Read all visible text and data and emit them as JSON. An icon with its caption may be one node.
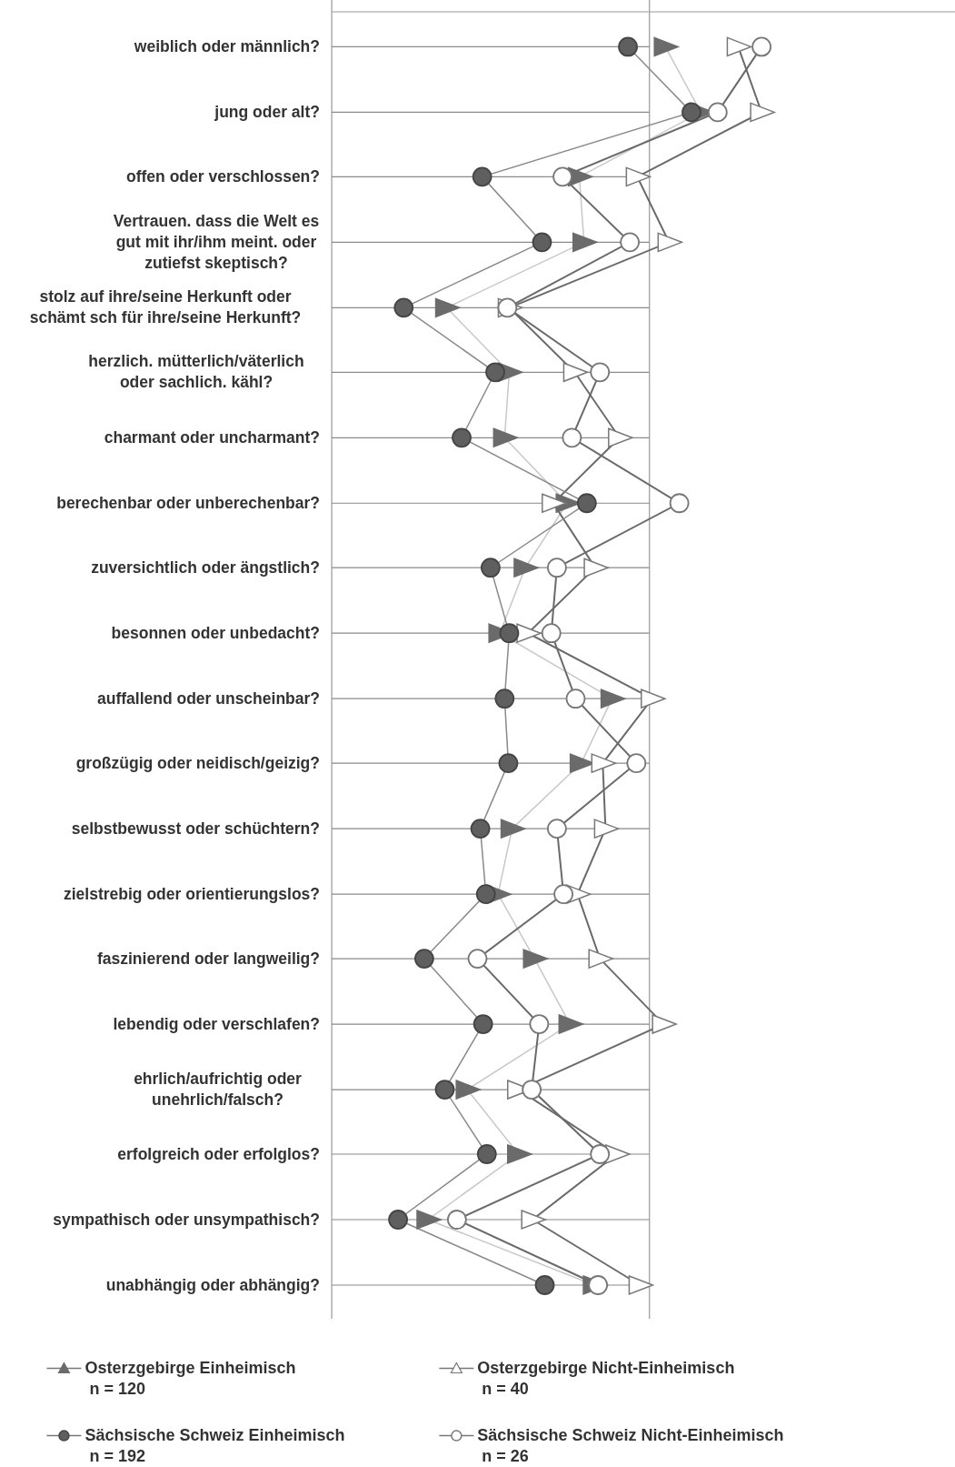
{
  "diagram": {
    "labels": [
      "weiblich oder männlich?",
      "jung oder alt?",
      "offen oder verschlossen?",
      "Vertrauen. dass die Welt es gut mit ihr/ihm meint. oder zutiefst skeptisch?",
      "stolz auf ihre/seine Herkunft oder schämt sch für ihre/seine Herkunft?",
      "herzlich. mütterlich/väterlich oder sachlich. kähl?",
      "charmant oder uncharmant?",
      "berechenbar oder unberechenbar?",
      "zuversichtlich oder ängstlich?",
      "besonnen oder unbedacht?",
      "auffallend oder unscheinbar?",
      "großzügig oder neidisch/geizig?",
      "selbstbewusst oder schüchtern?",
      "zielstrebig oder orientierungslos?",
      "faszinierend oder langweilig?",
      "lebendig oder verschlafen?",
      "ehrlich/aufrichtig oder unehrlich/falsch?",
      "erfolgreich oder erfolglos?",
      "sympathisch oder unsympathisch?",
      "unabhängig oder abhängig?",
      "n = 120",
      "n = 40",
      "n = 192",
      "n = 26"
    ],
    "legend": [
      {
        "text": "Osterzgebirge Einheimisch"
      },
      {
        "text": "Osterzgebirge Nicht-Einheimisch"
      },
      {
        "text": "Sächsische Schweiz Einheimisch"
      },
      {
        "text": "Sächsische Schweiz Nicht-Einheimisch"
      }
    ]
  }
}
